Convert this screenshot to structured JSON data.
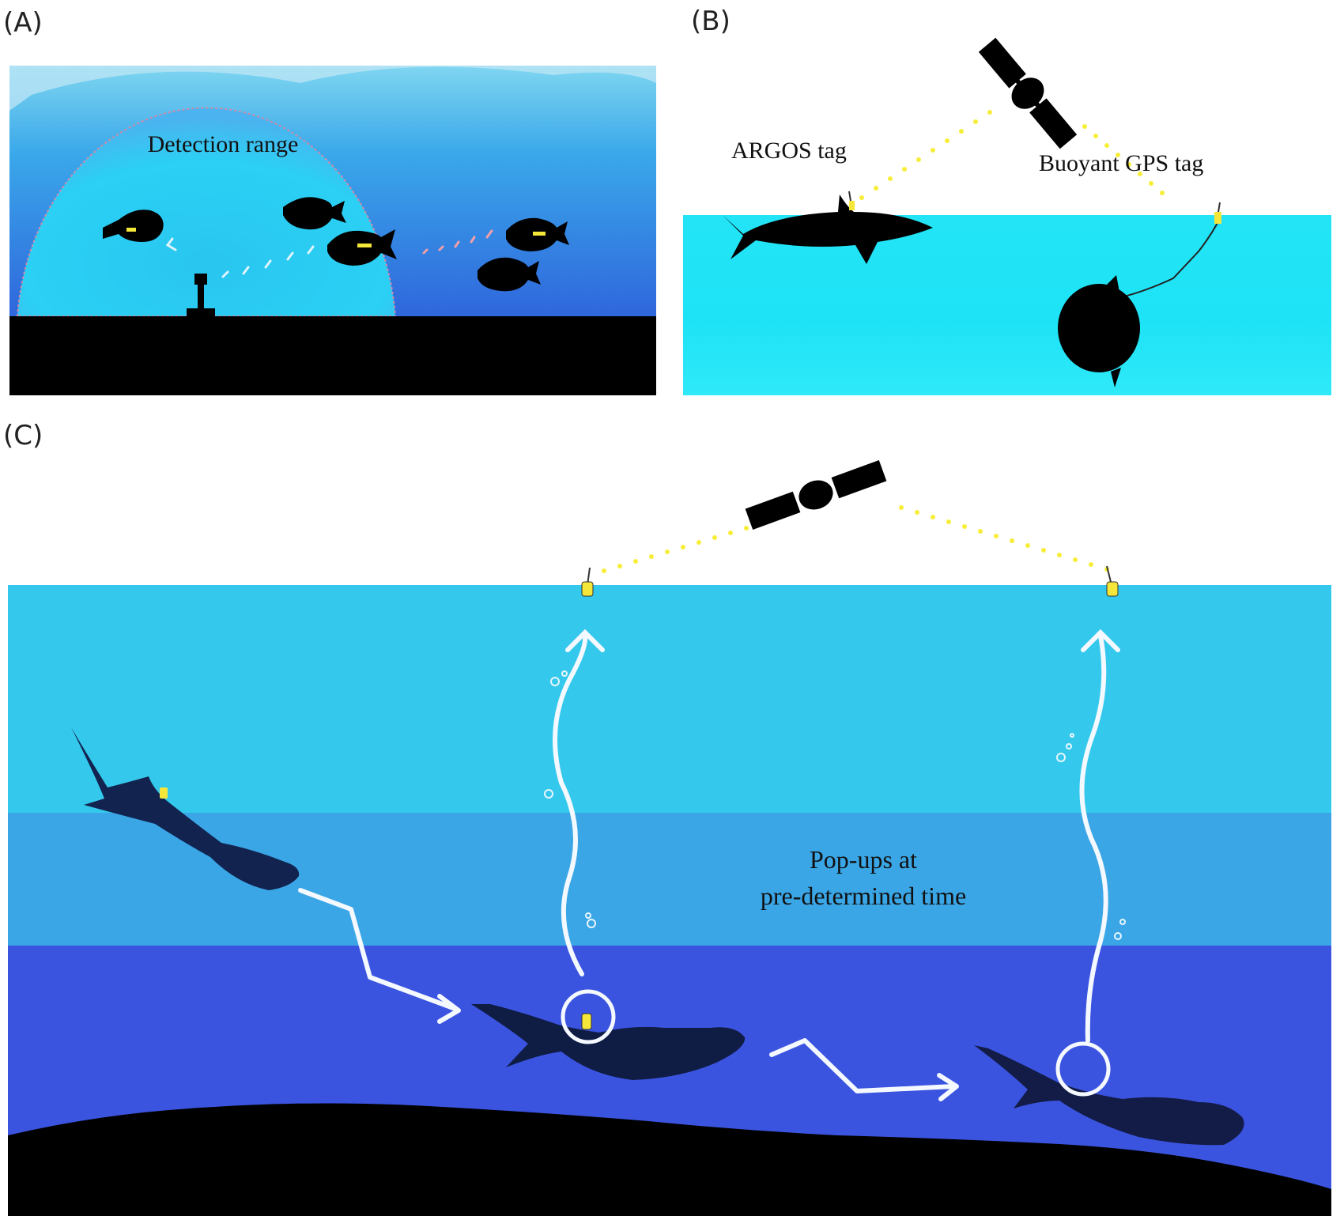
{
  "panels": {
    "a": {
      "label": "(A)",
      "detection_label": "Detection range"
    },
    "b": {
      "label": "(B)",
      "argos_label": "ARGOS tag",
      "gps_label": "Buoyant GPS tag"
    },
    "c": {
      "label": "(C)",
      "popup_line1": "Pop-ups at",
      "popup_line2": "pre-determined time"
    }
  },
  "colors": {
    "water_b": "#22e4f6",
    "water_c_top": "#34c9ec",
    "water_c_mid": "#3aa6e6",
    "water_c_deep": "#3b54e0",
    "silhouette": "#000000",
    "tag": "#f5e63a",
    "signal": "#f7ee3a"
  },
  "icons": [
    "satellite-icon",
    "acoustic-receiver-icon",
    "fish-icon",
    "shark-icon",
    "sunfish-icon",
    "whale-shark-icon",
    "tag-icon"
  ]
}
